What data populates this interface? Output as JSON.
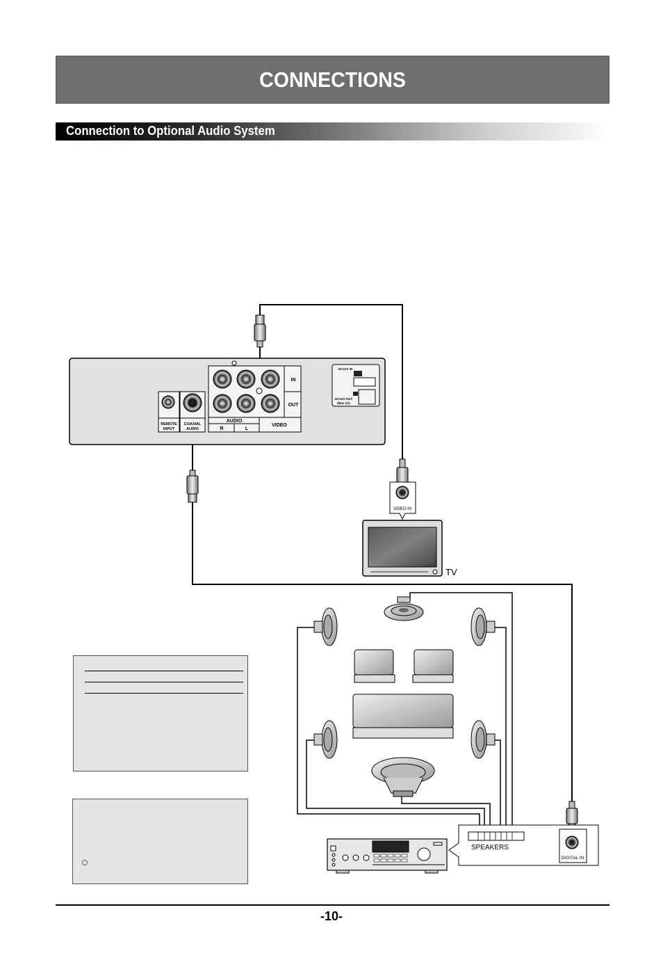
{
  "header": {
    "title": "CONNECTIONS",
    "section_title": "Connection to Optional Audio System"
  },
  "dvd_panel": {
    "remote_input": [
      "REMOTE",
      "INPUT"
    ],
    "coaxial_audio": [
      "COAXIAL",
      "AUDIO"
    ],
    "in_label": "IN",
    "out_label": "OUT",
    "audio_label": "AUDIO",
    "r_label": "R",
    "l_label": "L",
    "video_label": "VIDEO",
    "dc_in": "DC12V IN",
    "dc_out": [
      "DC12V OUT",
      "(Max 1A)"
    ]
  },
  "tv": {
    "label": "TV",
    "video_in": "VIDEO IN"
  },
  "receiver": {
    "speakers_label": "SPEAKERS",
    "digital_in": "DIGITAL IN"
  },
  "footer": {
    "page_number": "-10-"
  },
  "colors": {
    "title_bar": "#6f6f6f",
    "note_box": "#e4e4e4",
    "panel": "#e2e2e2"
  }
}
